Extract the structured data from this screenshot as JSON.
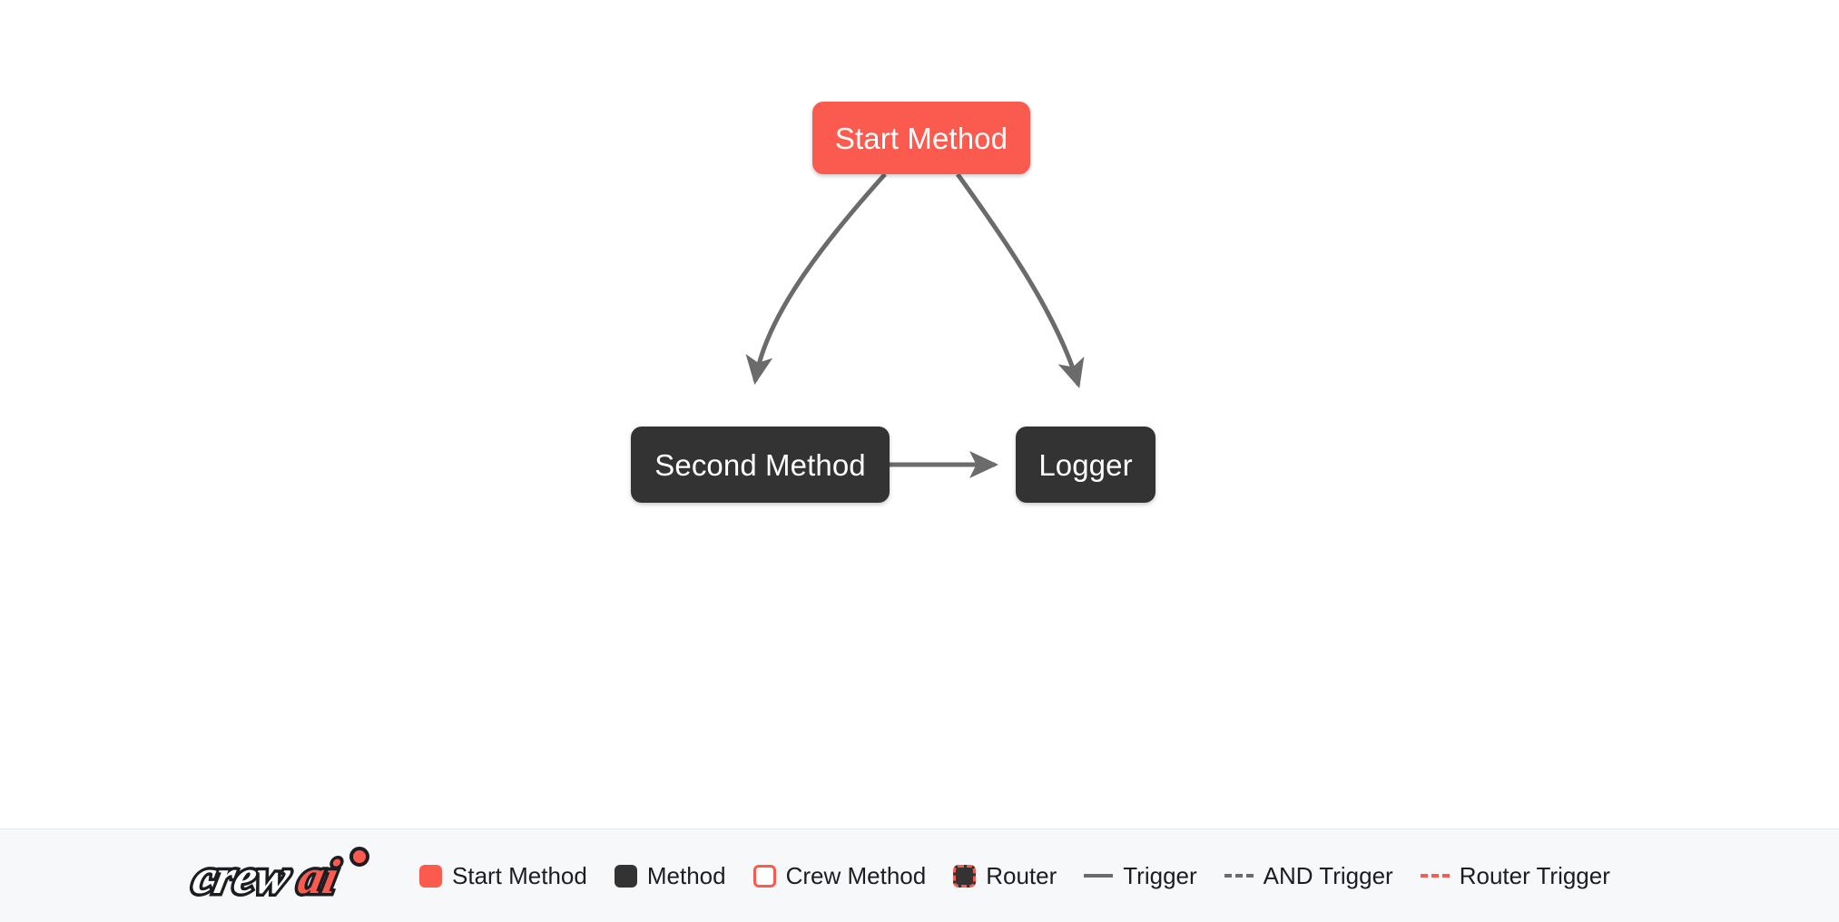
{
  "colors": {
    "start_method": "#fb5a4e",
    "method": "#333333",
    "crew_method_border": "#fb5a4e",
    "router_border": "#fb5a4e",
    "edge": "#6b6b6b",
    "canvas_background": "#ffffff",
    "legend_background": "#f7f8fa"
  },
  "graph": {
    "nodes": [
      {
        "id": "start_method",
        "label": "Start Method",
        "type": "start"
      },
      {
        "id": "second_method",
        "label": "Second Method",
        "type": "method"
      },
      {
        "id": "logger",
        "label": "Logger",
        "type": "method"
      }
    ],
    "edges": [
      {
        "from": "start_method",
        "to": "second_method",
        "style": "trigger"
      },
      {
        "from": "start_method",
        "to": "logger",
        "style": "trigger"
      },
      {
        "from": "second_method",
        "to": "logger",
        "style": "trigger"
      }
    ]
  },
  "legend": {
    "brand": {
      "name": "crewai",
      "word_light": "crew",
      "word_accent": "ai"
    },
    "items": [
      {
        "label": "Start Method",
        "marker": "swatch-start"
      },
      {
        "label": "Method",
        "marker": "swatch-method"
      },
      {
        "label": "Crew Method",
        "marker": "swatch-crew"
      },
      {
        "label": "Router",
        "marker": "swatch-router"
      },
      {
        "label": "Trigger",
        "marker": "line-solid-gray"
      },
      {
        "label": "AND Trigger",
        "marker": "line-dashed-gray"
      },
      {
        "label": "Router Trigger",
        "marker": "line-dashed-red"
      }
    ]
  }
}
